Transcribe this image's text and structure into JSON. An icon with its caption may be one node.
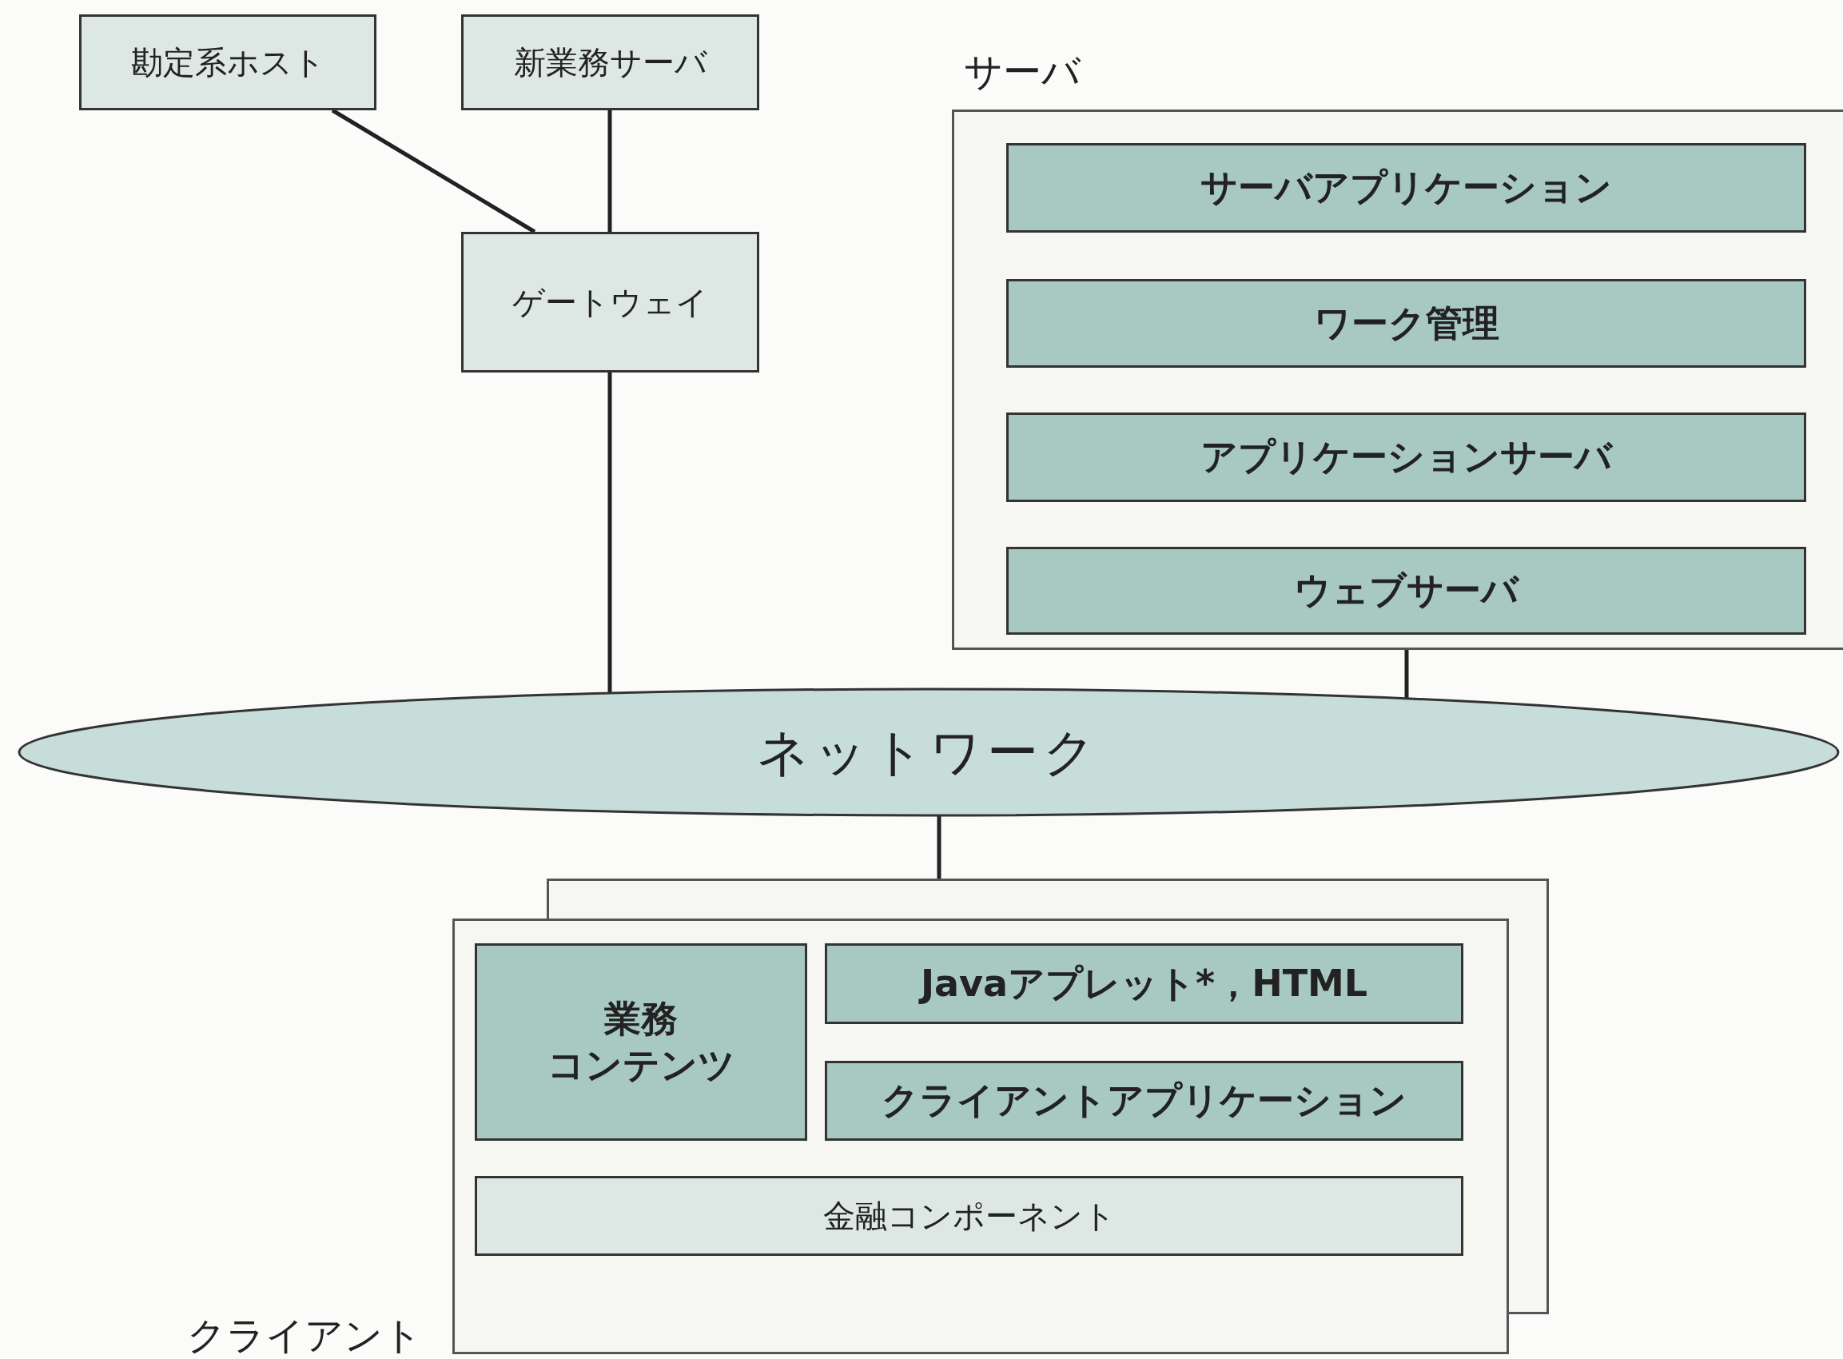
{
  "diagram": {
    "nodes": [
      {
        "text": [
          "勘定系ホスト"
        ]
      },
      {
        "text": [
          "新業務サーバ"
        ]
      },
      {
        "text": [
          "ゲートウェイ"
        ]
      },
      {
        "text": [
          "サーバ"
        ]
      },
      {
        "text": [
          "サーバアプリケーション"
        ],
        "in": 3
      },
      {
        "text": [
          "ワーク管理"
        ],
        "in": 3
      },
      {
        "text": [
          "アプリケーションサーバ"
        ],
        "in": 3
      },
      {
        "text": [
          "ウェブサーバ"
        ],
        "in": 3
      },
      {
        "text": [
          "ネットワーク"
        ]
      },
      {
        "text": [
          "クライアント"
        ]
      },
      {
        "text": [
          "業務",
          "コンテンツ"
        ],
        "in": 9
      },
      {
        "text": [
          "Javaアプレット*，HTML"
        ],
        "in": 9
      },
      {
        "text": [
          "クライアントアプリケーション"
        ],
        "in": 9
      },
      {
        "text": [
          "金融コンポーネント"
        ],
        "in": 9
      }
    ],
    "edges": [
      {
        "from": 0,
        "to": 2,
        "arrow": "none"
      },
      {
        "from": 1,
        "to": 2,
        "arrow": "none"
      },
      {
        "from": 2,
        "to": 8,
        "arrow": "none"
      },
      {
        "from": 3,
        "to": 8,
        "arrow": "none"
      },
      {
        "from": 8,
        "to": 9,
        "arrow": "none"
      }
    ]
  }
}
